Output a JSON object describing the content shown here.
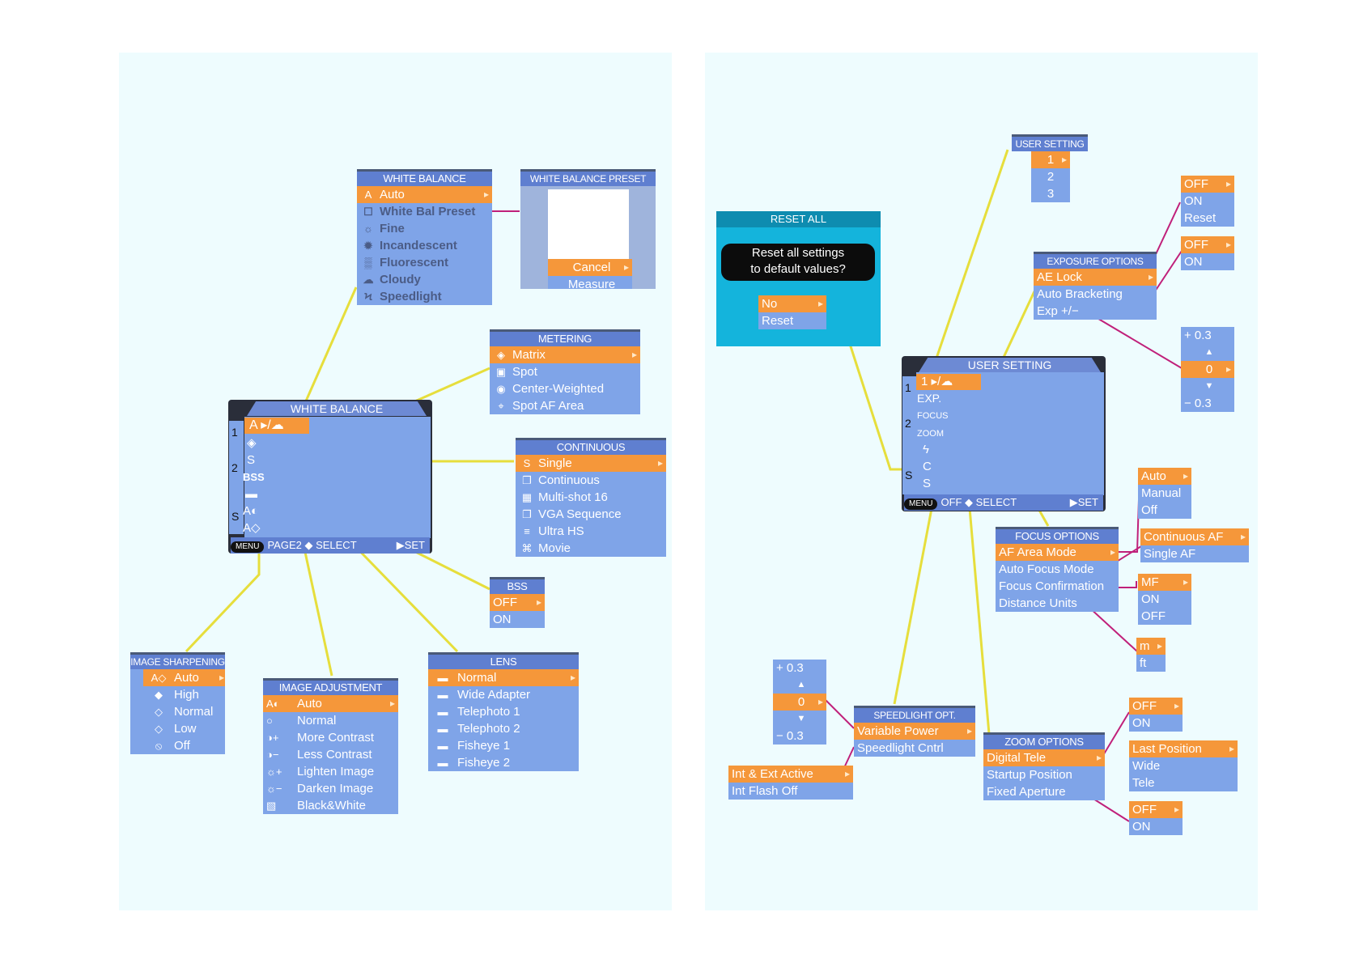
{
  "colors": {
    "wire_yellow": "#e6de3c",
    "wire_magenta": "#c0207a",
    "menu_bg": "#7fa4e8",
    "highlight": "#f5973a",
    "panel_bg": "#eefcfe"
  },
  "left": {
    "lcd": {
      "title": "WHITE BALANCE",
      "row1": "A",
      "menu_pill": "MENU",
      "footer": "PAGE2 ◆ SELECT",
      "footer_set": "▶SET",
      "side": [
        "1",
        "2",
        "S"
      ]
    },
    "wb": {
      "title": "WHITE BALANCE",
      "items": [
        {
          "icon": "A",
          "label": "Auto"
        },
        {
          "icon": "☐",
          "label": "White Bal Preset"
        },
        {
          "icon": "☼",
          "label": "Fine"
        },
        {
          "icon": "✹",
          "label": "Incandescent"
        },
        {
          "icon": "▒",
          "label": "Fluorescent"
        },
        {
          "icon": "☁",
          "label": "Cloudy"
        },
        {
          "icon": "Ϟ",
          "label": "Speedlight"
        }
      ]
    },
    "wbp": {
      "title": "WHITE BALANCE PRESET",
      "items": [
        {
          "label": "Cancel"
        },
        {
          "label": "Measure"
        }
      ]
    },
    "metering": {
      "title": "METERING",
      "items": [
        {
          "icon": "◈",
          "label": "Matrix"
        },
        {
          "icon": "▣",
          "label": "Spot"
        },
        {
          "icon": "◉",
          "label": "Center-Weighted"
        },
        {
          "icon": "⌖",
          "label": "Spot AF Area"
        }
      ]
    },
    "continuous": {
      "title": "CONTINUOUS",
      "items": [
        {
          "icon": "S",
          "label": "Single"
        },
        {
          "icon": "❐",
          "label": "Continuous"
        },
        {
          "icon": "▦",
          "label": "Multi-shot 16"
        },
        {
          "icon": "❐",
          "label": "VGA Sequence"
        },
        {
          "icon": "≡",
          "label": "Ultra HS"
        },
        {
          "icon": "⌘",
          "label": "Movie"
        }
      ]
    },
    "bss": {
      "title": "BSS",
      "items": [
        {
          "label": "OFF"
        },
        {
          "label": "ON"
        }
      ]
    },
    "sharpening": {
      "title": "IMAGE SHARPENING",
      "items": [
        {
          "icon": "A◇",
          "label": "Auto"
        },
        {
          "icon": "◆",
          "label": "High"
        },
        {
          "icon": "◇",
          "label": "Normal"
        },
        {
          "icon": "◇",
          "label": "Low"
        },
        {
          "icon": "⦸",
          "label": "Off"
        }
      ]
    },
    "adjustment": {
      "title": "IMAGE ADJUSTMENT",
      "items": [
        {
          "icon": "A◐",
          "label": "Auto"
        },
        {
          "icon": "○",
          "label": "Normal"
        },
        {
          "icon": "◑+",
          "label": "More Contrast"
        },
        {
          "icon": "◑−",
          "label": "Less Contrast"
        },
        {
          "icon": "☼+",
          "label": "Lighten Image"
        },
        {
          "icon": "☼−",
          "label": "Darken Image"
        },
        {
          "icon": "▧",
          "label": "Black&White"
        }
      ]
    },
    "lens": {
      "title": "LENS",
      "items": [
        {
          "icon": "▬",
          "label": "Normal"
        },
        {
          "icon": "▬",
          "label": "Wide Adapter"
        },
        {
          "icon": "▬",
          "label": "Telephoto 1"
        },
        {
          "icon": "▬",
          "label": "Telephoto 2"
        },
        {
          "icon": "▬",
          "label": "Fisheye 1"
        },
        {
          "icon": "▬",
          "label": "Fisheye 2"
        }
      ]
    }
  },
  "right": {
    "reset": {
      "title": "RESET ALL",
      "message_l1": "Reset all settings",
      "message_l2": "to default values?",
      "items": [
        {
          "label": "No"
        },
        {
          "label": "Reset"
        }
      ]
    },
    "usersetting_top": {
      "title": "USER SETTING",
      "items": [
        "1",
        "2",
        "3"
      ]
    },
    "lcd": {
      "title": "USER SETTING",
      "rows": [
        "1",
        "EXP.",
        "FOCUS",
        "ZOOM",
        "ϟ",
        "C",
        "S"
      ],
      "side": [
        "1",
        "2",
        "S"
      ],
      "menu_pill": "MENU",
      "footer": "OFF ◆ SELECT",
      "footer_set": "▶SET"
    },
    "exposure": {
      "title": "EXPOSURE OPTIONS",
      "items": [
        {
          "label": "AE Lock"
        },
        {
          "label": "Auto Bracketing"
        },
        {
          "label": "Exp +/−"
        }
      ]
    },
    "ae_lock": {
      "items": [
        {
          "label": "OFF"
        },
        {
          "label": "ON"
        },
        {
          "label": "Reset"
        }
      ]
    },
    "bracketing": {
      "items": [
        {
          "label": "OFF"
        },
        {
          "label": "ON"
        }
      ]
    },
    "exp_steps": {
      "items": [
        {
          "label": "+ 0.3"
        },
        {
          "label": "▲"
        },
        {
          "label": "0"
        },
        {
          "label": "▼"
        },
        {
          "label": "− 0.3"
        }
      ]
    },
    "focus": {
      "title": "FOCUS OPTIONS",
      "items": [
        {
          "label": "AF Area Mode"
        },
        {
          "label": "Auto Focus Mode"
        },
        {
          "label": "Focus Confirmation"
        },
        {
          "label": "Distance Units"
        }
      ]
    },
    "af_area": {
      "items": [
        {
          "label": "Auto"
        },
        {
          "label": "Manual"
        },
        {
          "label": "Off"
        }
      ]
    },
    "af_mode": {
      "items": [
        {
          "label": "Continuous AF"
        },
        {
          "label": "Single AF"
        }
      ]
    },
    "focus_conf": {
      "items": [
        {
          "label": "MF"
        },
        {
          "label": "ON"
        },
        {
          "label": "OFF"
        }
      ]
    },
    "dist_units": {
      "items": [
        {
          "label": "m"
        },
        {
          "label": "ft"
        }
      ]
    },
    "speedlight": {
      "title": "SPEEDLIGHT OPT.",
      "items": [
        {
          "label": "Variable Power"
        },
        {
          "label": "Speedlight Cntrl"
        }
      ]
    },
    "sl_steps": {
      "items": [
        {
          "label": "+ 0.3"
        },
        {
          "label": "▲"
        },
        {
          "label": "0"
        },
        {
          "label": "▼"
        },
        {
          "label": "− 0.3"
        }
      ]
    },
    "sl_cntrl": {
      "items": [
        {
          "label": "Int & Ext Active"
        },
        {
          "label": "Int Flash Off"
        }
      ]
    },
    "zoom": {
      "title": "ZOOM OPTIONS",
      "items": [
        {
          "label": "Digital Tele"
        },
        {
          "label": "Startup Position"
        },
        {
          "label": "Fixed Aperture"
        }
      ]
    },
    "zoom_start": {
      "items": [
        {
          "label": "Last Position"
        },
        {
          "label": "Wide"
        },
        {
          "label": "Tele"
        }
      ]
    },
    "zoom_tele": {
      "items": [
        {
          "label": "OFF"
        },
        {
          "label": "ON"
        }
      ]
    },
    "zoom_fixed": {
      "items": [
        {
          "label": "OFF"
        },
        {
          "label": "ON"
        }
      ]
    }
  }
}
